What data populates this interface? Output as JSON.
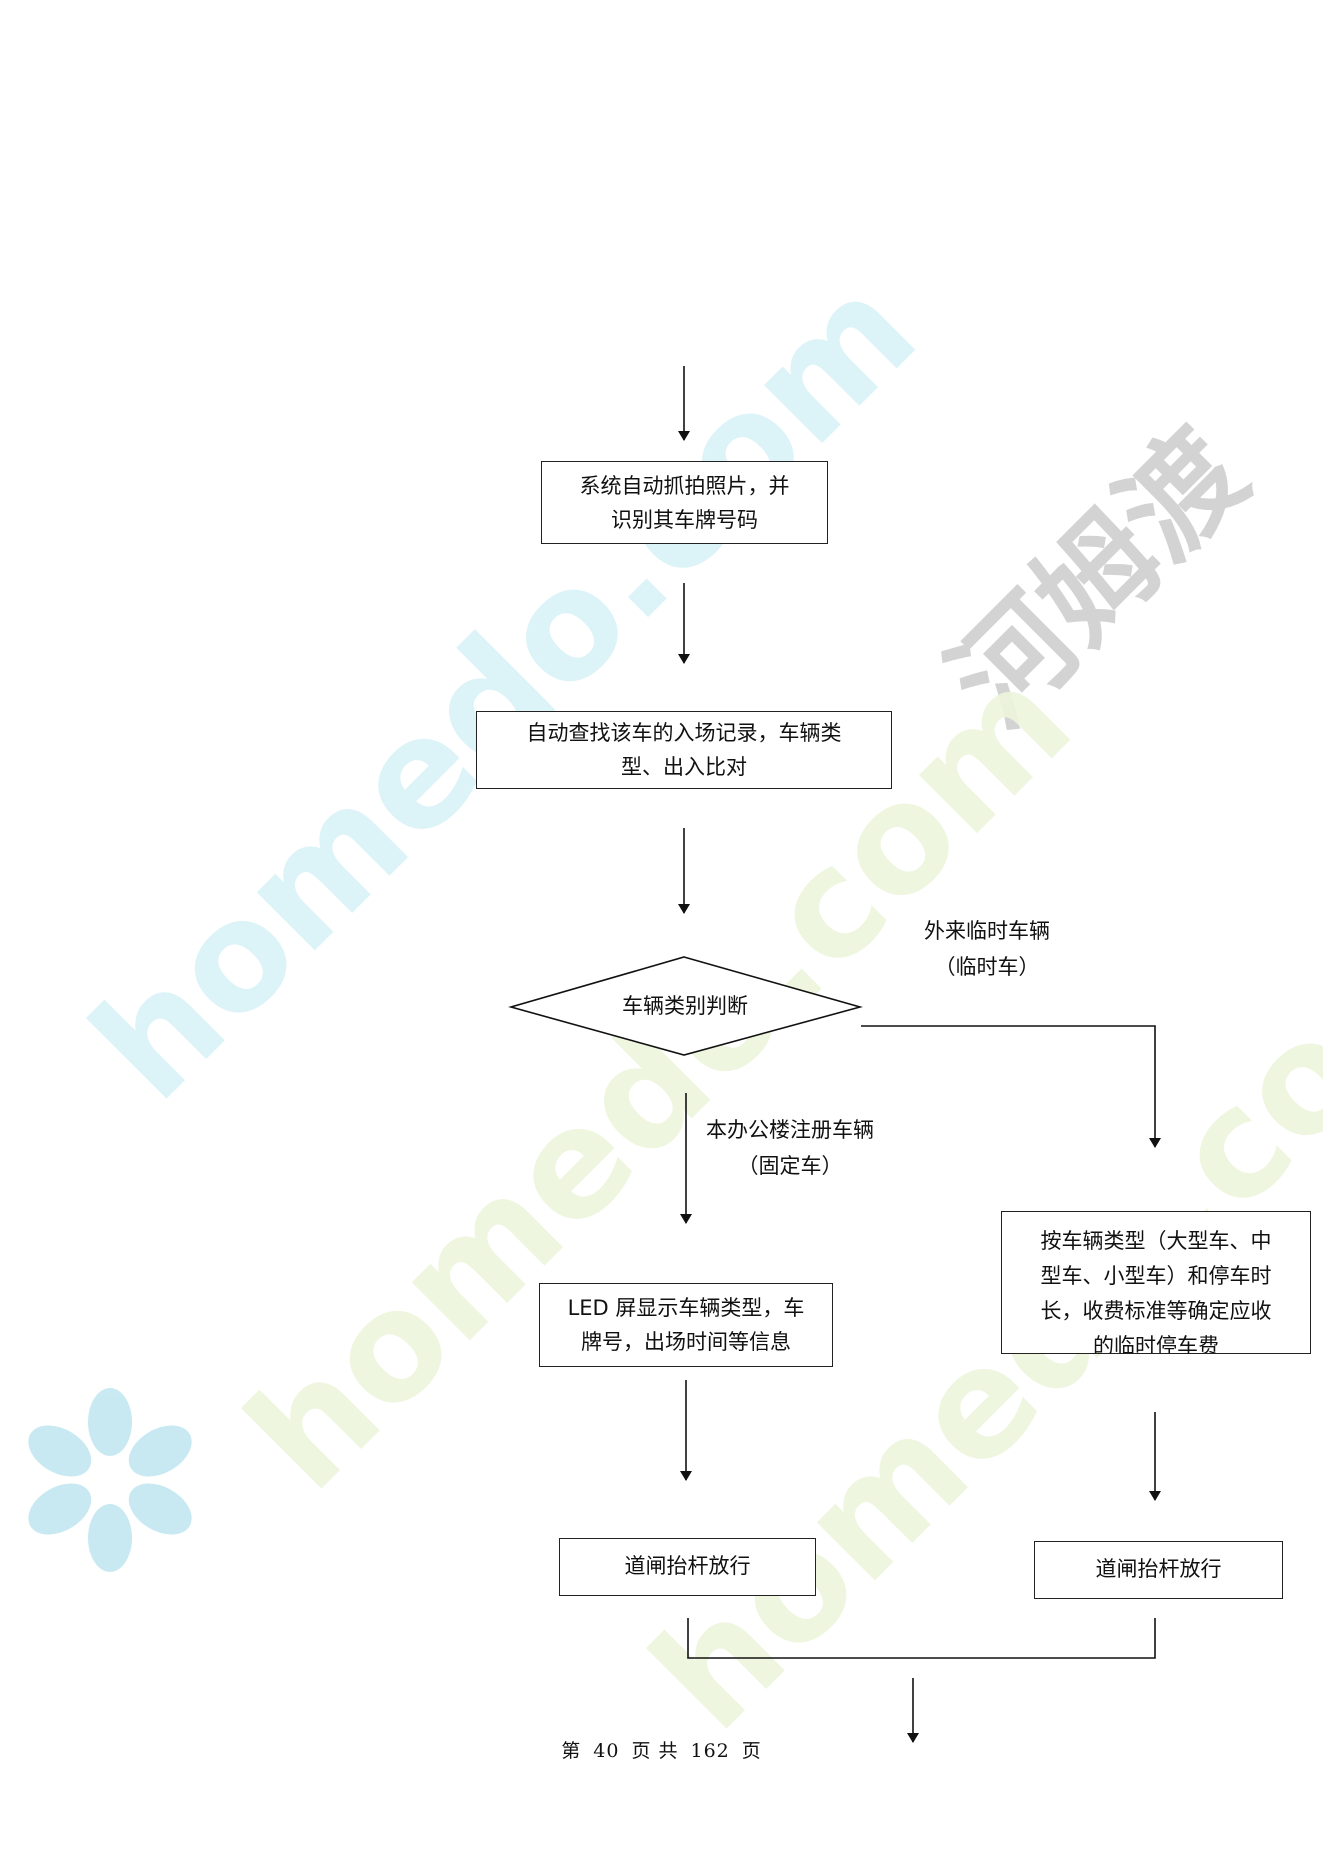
{
  "nodes": {
    "capture": {
      "line1": "系统自动抓拍照片，并",
      "line2": "识别其车牌号码"
    },
    "lookup": {
      "line1": "自动查找该车的入场记录，车辆类",
      "line2": "型、出入比对"
    },
    "decision": {
      "text": "车辆类别判断"
    },
    "led": {
      "line1": "LED 屏显示车辆类型，车",
      "line2": "牌号，出场时间等信息"
    },
    "fee": {
      "line1": "按车辆类型（大型车、中",
      "line2": "型车、小型车）和停车时",
      "line3": "长，收费标准等确定应收",
      "line4": "的临时停车费"
    },
    "gate_left": {
      "text": "道闸抬杆放行"
    },
    "gate_right": {
      "text": "道闸抬杆放行"
    }
  },
  "edge_labels": {
    "temporary": {
      "line1": "外来临时车辆",
      "line2": "（临时车）"
    },
    "registered": {
      "line1": "本办公楼注册车辆",
      "line2": "（固定车）"
    }
  },
  "footer": {
    "prefix": "第",
    "page": "40",
    "middle": "页 共",
    "total": "162",
    "suffix": "页"
  },
  "watermark": {
    "cn": "河姆渡",
    "en": "homedo.com"
  },
  "colors": {
    "line": "#111111",
    "watermark_cn": "#cfcfcf",
    "watermark_en_cyan": "#d6f1f6",
    "watermark_en_green": "#eef6dc",
    "logo": "#bfe6f0"
  }
}
